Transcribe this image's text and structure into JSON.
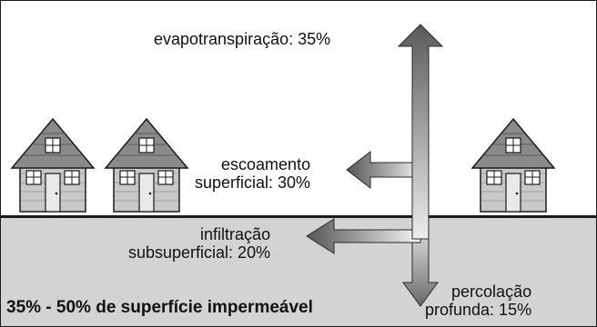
{
  "labels": {
    "evapotranspiration": "evapotranspiração: 35%",
    "runoff_line1": "escoamento",
    "runoff_line2": "superficial: 30%",
    "shallow_infiltration_line1": "infiltração",
    "shallow_infiltration_line2": "subsuperficial: 20%",
    "deep_infiltration_line1": "percolação",
    "deep_infiltration_line2": "profunda: 15%"
  },
  "caption": "35% - 50% de superfície impermeável",
  "colors": {
    "ground": "#d3d3d3",
    "ink": "#1a1a1a",
    "house_wall": "#c8c8c8",
    "roof": "#8a8a8a",
    "arrow_dark": "#5a5a5a",
    "arrow_light": "#f2f2f2"
  },
  "icons": [
    "house-icon",
    "water-flow-arrows"
  ]
}
